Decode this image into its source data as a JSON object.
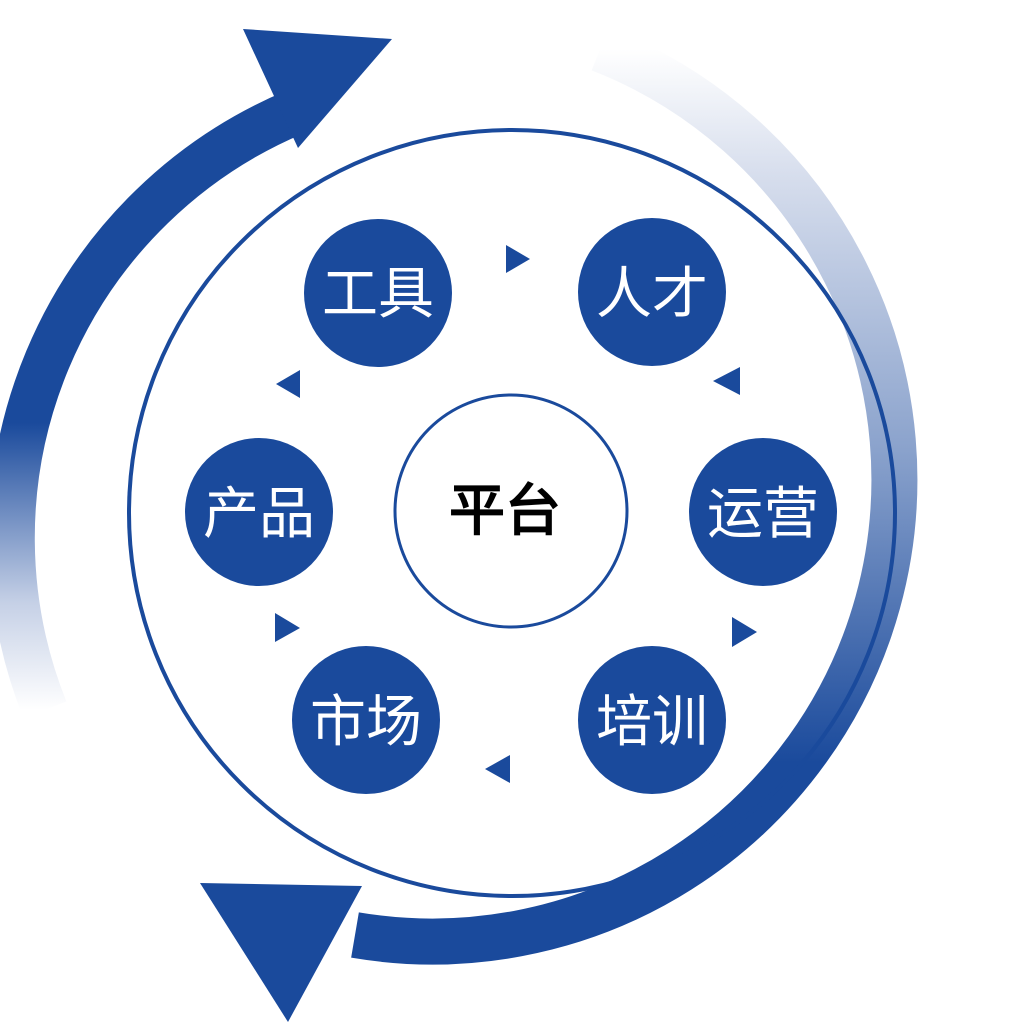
{
  "center": {
    "label": "平台"
  },
  "nodes": [
    {
      "id": "tools",
      "label": "工具"
    },
    {
      "id": "talent",
      "label": "人才"
    },
    {
      "id": "operations",
      "label": "运营"
    },
    {
      "id": "training",
      "label": "培训"
    },
    {
      "id": "market",
      "label": "市场"
    },
    {
      "id": "product",
      "label": "产品"
    }
  ],
  "colors": {
    "primary": "#1a4a9c",
    "ring": "#1a4a9c",
    "center_text": "#000000",
    "node_text": "#ffffff",
    "background": "#ffffff"
  }
}
